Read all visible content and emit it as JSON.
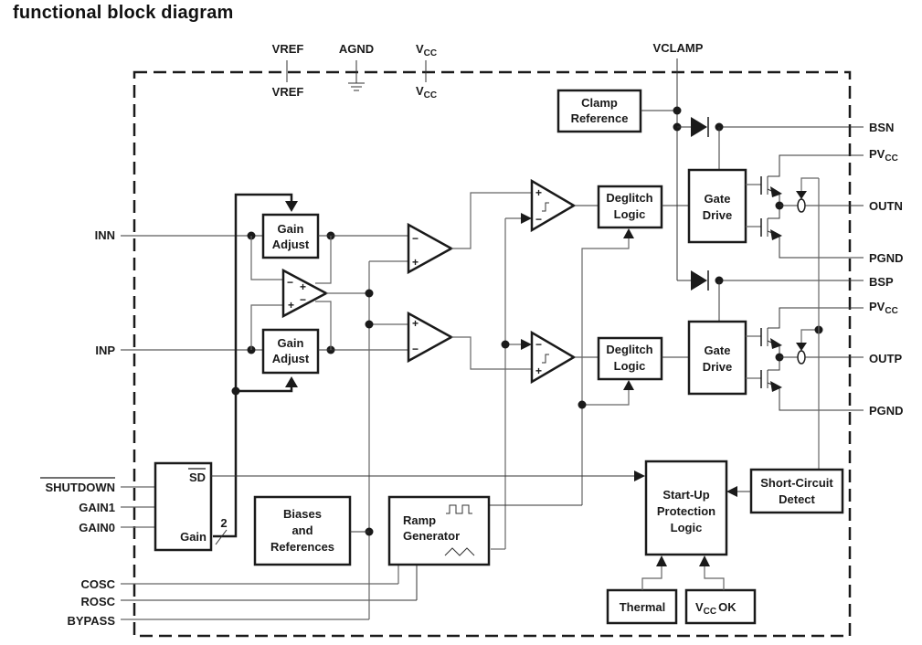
{
  "title": "functional block diagram",
  "top_pins": {
    "vref_top": "VREF",
    "vref_bottom": "VREF",
    "agnd": "AGND",
    "vcc_top_main": "V",
    "vcc_top_sub": "CC",
    "vcc_bottom_main": "V",
    "vcc_bottom_sub": "CC",
    "vclamp": "VCLAMP"
  },
  "left_pins": {
    "inn": "INN",
    "inp": "INP",
    "shutdown": "SHUTDOWN",
    "gain1": "GAIN1",
    "gain0": "GAIN0",
    "cosc": "COSC",
    "rosc": "ROSC",
    "bypass": "BYPASS"
  },
  "right_pins": {
    "bsn": "BSN",
    "pvcc1_main": "PV",
    "pvcc1_sub": "CC",
    "outn": "OUTN",
    "pgnd1": "PGND",
    "bsp": "BSP",
    "pvcc2_main": "PV",
    "pvcc2_sub": "CC",
    "outp": "OUTP",
    "pgnd2": "PGND"
  },
  "blocks": {
    "clamp_reference": [
      "Clamp",
      "Reference"
    ],
    "gain_adjust_top": [
      "Gain",
      "Adjust"
    ],
    "gain_adjust_bottom": [
      "Gain",
      "Adjust"
    ],
    "deglitch_top": [
      "Deglitch",
      "Logic"
    ],
    "deglitch_bottom": [
      "Deglitch",
      "Logic"
    ],
    "gate_drive_top": [
      "Gate",
      "Drive"
    ],
    "gate_drive_bottom": [
      "Gate",
      "Drive"
    ],
    "gain_control": {
      "sd": "SD",
      "gain": "Gain",
      "bus_width": "2"
    },
    "biases": [
      "Biases",
      "and",
      "References"
    ],
    "ramp_generator": [
      "Ramp",
      "Generator"
    ],
    "startup_protection": [
      "Start-Up",
      "Protection",
      "Logic"
    ],
    "short_circuit": [
      "Short-Circuit",
      "Detect"
    ],
    "thermal": "Thermal",
    "vcc_ok": {
      "main": "V",
      "sub": "CC",
      "suffix": "OK"
    }
  },
  "amp_signs": {
    "plus": "+",
    "minus": "−"
  }
}
